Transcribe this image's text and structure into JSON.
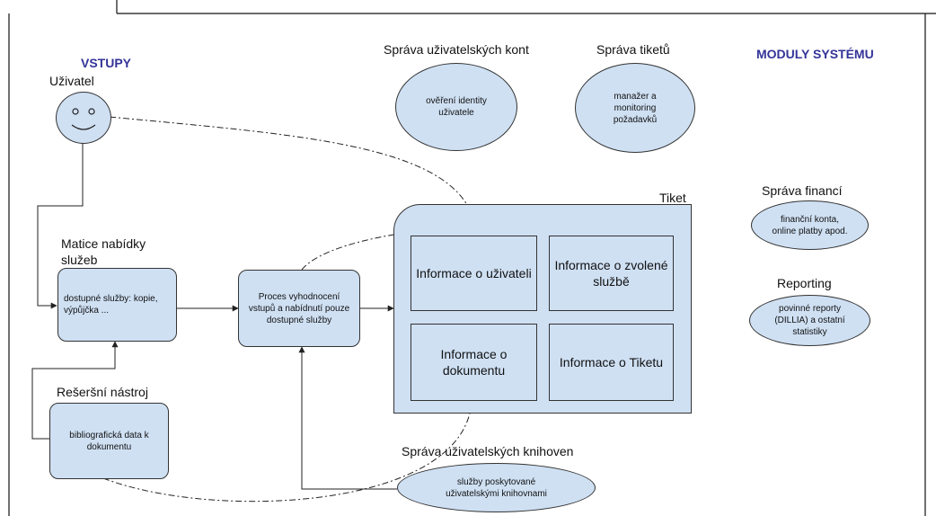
{
  "headers": {
    "inputs": "VSTUPY",
    "modules": "MODULY SYSTÉMU"
  },
  "user": {
    "label": "Uživatel"
  },
  "services_matrix": {
    "title": "Matice nabídky služeb",
    "text": "dostupné služby: kopie, výpůjčka ..."
  },
  "search_tool": {
    "title": "Rešeršní nástroj",
    "text": "bibliografická data k dokumentu"
  },
  "process": {
    "text": "Proces vyhodnocení vstupů a nabídnutí pouze dostupné služby"
  },
  "ticket": {
    "title": "Tiket",
    "cells": [
      "Informace o uživateli",
      "Informace o zvolené službě",
      "Informace o dokumentu",
      "Informace o Tiketu"
    ]
  },
  "modules": {
    "accounts": {
      "title": "Správa uživatelských kont",
      "text": "ověření identity uživatele"
    },
    "tickets": {
      "title": "Správa tiketů",
      "text": "manažer a monitoring požadavků"
    },
    "finance": {
      "title": "Správa financí",
      "text": "finanční konta, online platby apod."
    },
    "reporting": {
      "title": "Reporting",
      "text": "povinné reporty (DILLIA) a ostatní statistiky"
    },
    "libraries": {
      "title": "Správa uživatelských knihoven",
      "text": "služby poskytované uživatelskými knihovnami"
    }
  },
  "colors": {
    "fill": "#cfe0f3",
    "stroke": "#333333",
    "header": "#333399"
  }
}
